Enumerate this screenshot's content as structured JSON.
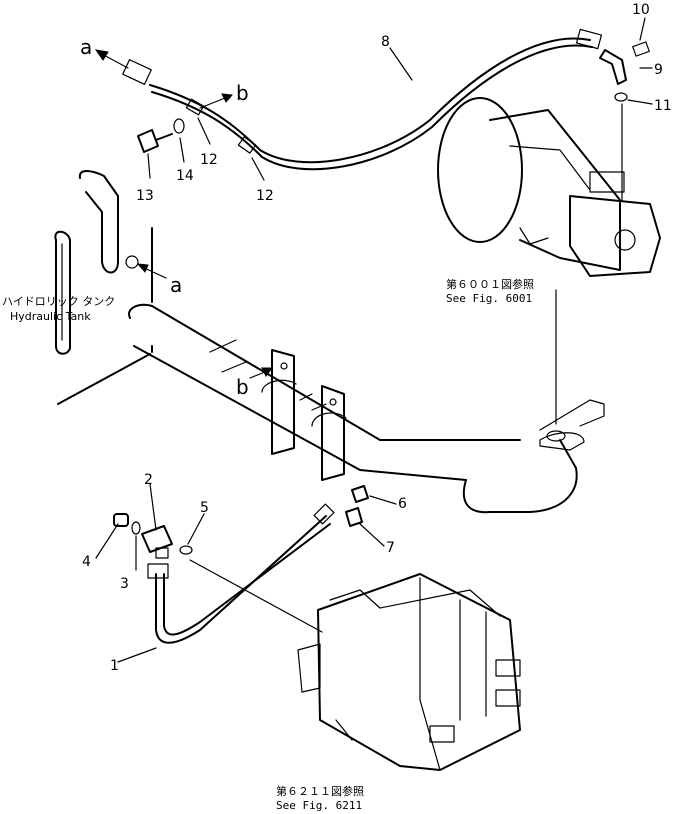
{
  "callouts": {
    "c1": "1",
    "c2": "2",
    "c3": "3",
    "c4": "4",
    "c5": "5",
    "c6": "6",
    "c7": "7",
    "c8": "8",
    "c9": "9",
    "c10": "10",
    "c11": "11",
    "c12a": "12",
    "c12b": "12",
    "c13": "13",
    "c14": "14"
  },
  "letters": {
    "a_top": "a",
    "a_tank": "a",
    "b_top": "b",
    "b_lower": "b"
  },
  "tank_label": {
    "jp": "ハイドロリック タンク",
    "en": "Hydraulic Tank"
  },
  "ref_6001": {
    "jp": "第６００１図参照",
    "en": "See Fig. 6001"
  },
  "ref_6211": {
    "jp": "第６２１１図参照",
    "en": "See Fig. 6211"
  }
}
